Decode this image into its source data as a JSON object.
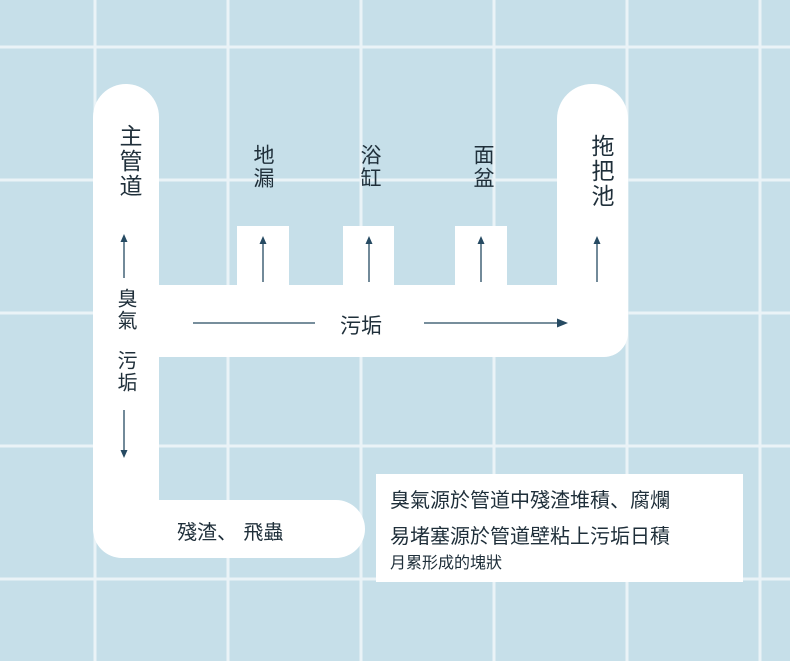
{
  "colors": {
    "tile": "#c6dfe9",
    "grout": "#eaf3f7",
    "pipe": "#ffffff",
    "arrow": "#264a62",
    "text": "#1f2f3a"
  },
  "labels": {
    "main_pipe": "主管道",
    "floor_drain": "地漏",
    "bathtub": "浴缸",
    "basin": "面盆",
    "mop_sink": "拖把池",
    "odor": "臭氣",
    "grime_left": "污垢",
    "grime_center": "污垢",
    "residue_insects": "殘渣、 飛蟲"
  },
  "note": {
    "line1": "臭氣源於管道中殘渣堆積、腐爛",
    "line2": "易堵塞源於管道壁粘上污垢日積",
    "line3": "月累形成的塊狀"
  }
}
